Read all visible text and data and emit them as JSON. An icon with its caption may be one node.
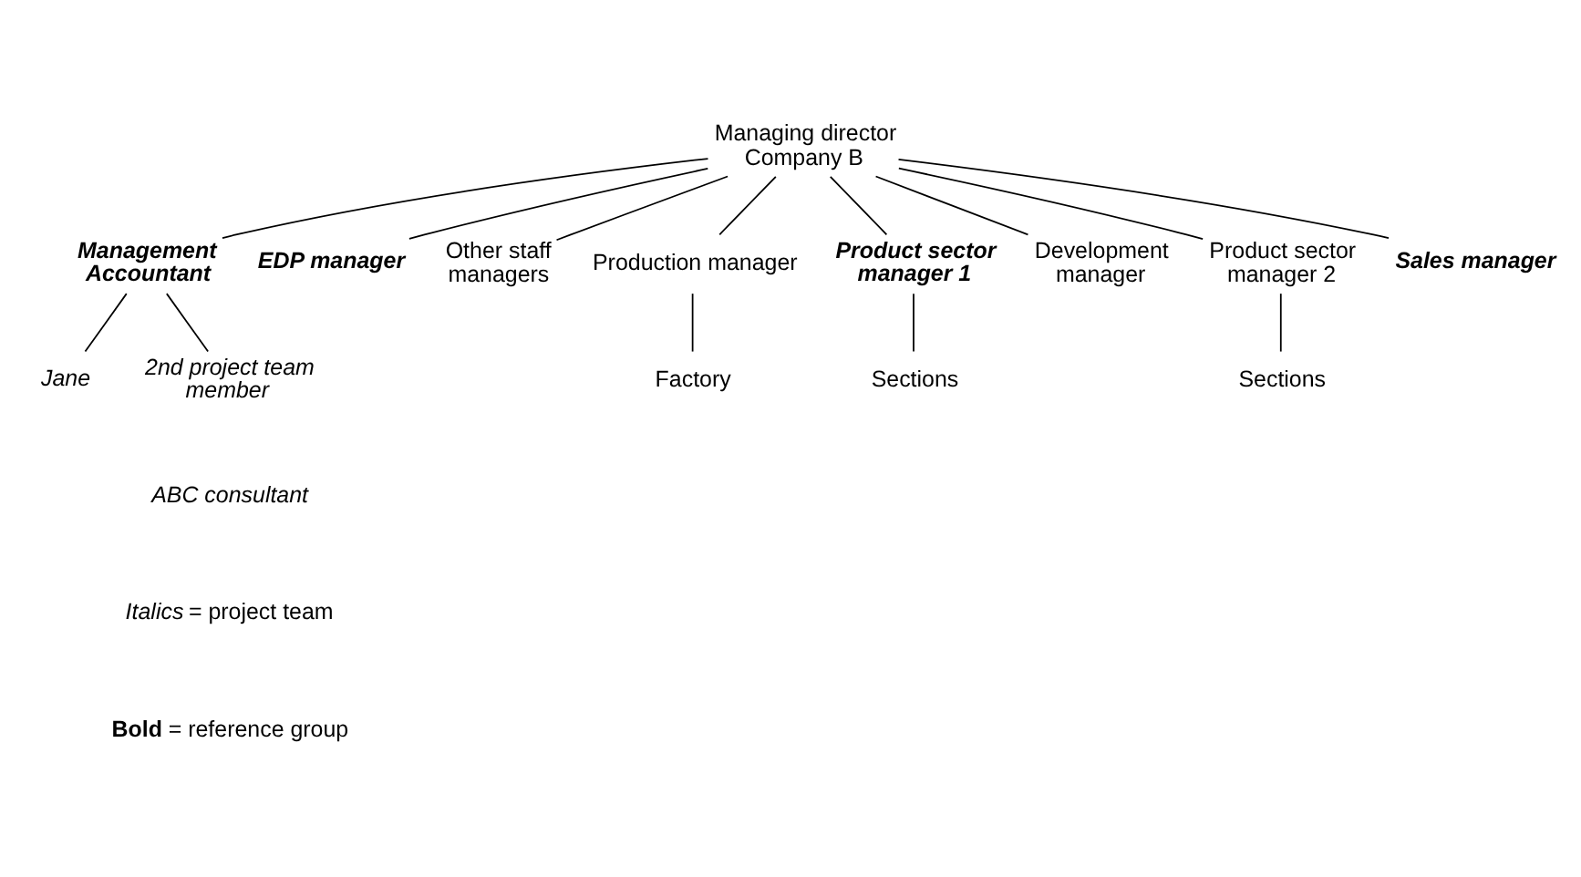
{
  "diagram": {
    "nodes": [
      {
        "text": [
          "Managing director Company B"
        ]
      },
      {
        "text": [
          "Management Accountant"
        ]
      },
      {
        "text": [
          "EDP manager"
        ]
      },
      {
        "text": [
          "Other staff managers"
        ]
      },
      {
        "text": [
          "Production manager"
        ]
      },
      {
        "text": [
          "Product sector manager 1"
        ]
      },
      {
        "text": [
          "Development manager"
        ]
      },
      {
        "text": [
          "Product sector manager 2"
        ]
      },
      {
        "text": [
          "Sales manager"
        ]
      },
      {
        "text": [
          "Jane"
        ]
      },
      {
        "text": [
          "2nd project team member"
        ]
      },
      {
        "text": [
          "Factory"
        ]
      },
      {
        "text": [
          "Sections"
        ]
      },
      {
        "text": [
          "Sections"
        ]
      }
    ],
    "edges": [
      {
        "from": 0,
        "to": 1,
        "arrow": "none"
      },
      {
        "from": 0,
        "to": 2,
        "arrow": "none"
      },
      {
        "from": 0,
        "to": 3,
        "arrow": "none"
      },
      {
        "from": 0,
        "to": 4,
        "arrow": "none"
      },
      {
        "from": 0,
        "to": 5,
        "arrow": "none"
      },
      {
        "from": 0,
        "to": 6,
        "arrow": "none"
      },
      {
        "from": 0,
        "to": 7,
        "arrow": "none"
      },
      {
        "from": 0,
        "to": 8,
        "arrow": "none"
      },
      {
        "from": 1,
        "to": 9,
        "arrow": "none"
      },
      {
        "from": 1,
        "to": 10,
        "arrow": "none"
      },
      {
        "from": 4,
        "to": 11,
        "arrow": "none"
      },
      {
        "from": 5,
        "to": 12,
        "arrow": "none"
      },
      {
        "from": 7,
        "to": 13,
        "arrow": "none"
      }
    ],
    "labels": [
      "ABC consultant",
      "*Italics* = project team",
      "**Bold** = reference group"
    ]
  }
}
